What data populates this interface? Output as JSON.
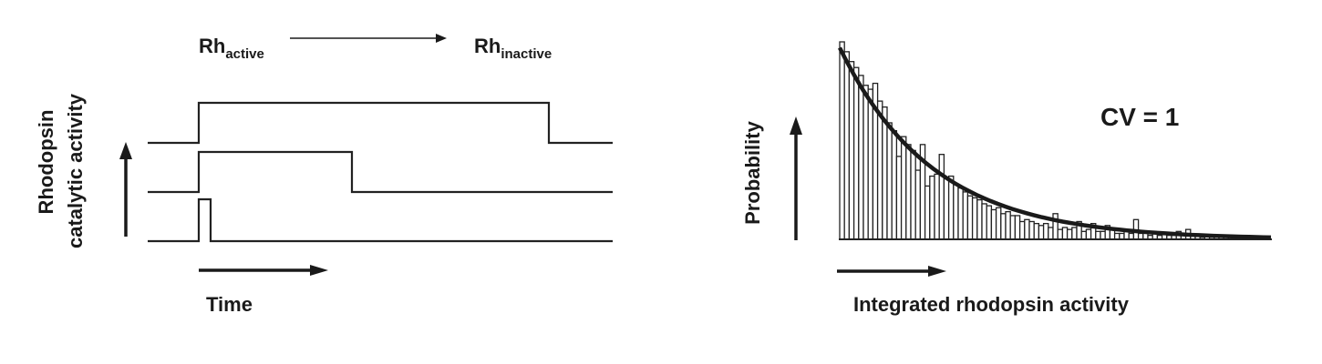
{
  "left_panel": {
    "rh_active_main": "Rh",
    "rh_active_sub": "active",
    "rh_inactive_main": "Rh",
    "rh_inactive_sub": "inactive",
    "y_label_line1": "Rhodopsin",
    "y_label_line2": "catalytic activity",
    "x_label": "Time"
  },
  "right_panel": {
    "y_label": "Probability",
    "x_label": "Integrated rhodopsin activity",
    "annotation": "CV = 1"
  },
  "chart_data": {
    "type": "bar",
    "xlabel": "Integrated rhodopsin activity",
    "ylabel": "Probability",
    "annotation": "CV = 1",
    "values": [
      1.0,
      0.95,
      0.9,
      0.87,
      0.83,
      0.78,
      0.76,
      0.79,
      0.7,
      0.67,
      0.59,
      0.55,
      0.42,
      0.52,
      0.48,
      0.45,
      0.35,
      0.48,
      0.27,
      0.32,
      0.33,
      0.43,
      0.31,
      0.32,
      0.28,
      0.26,
      0.24,
      0.22,
      0.21,
      0.2,
      0.18,
      0.17,
      0.15,
      0.16,
      0.13,
      0.14,
      0.12,
      0.12,
      0.09,
      0.1,
      0.09,
      0.08,
      0.07,
      0.08,
      0.06,
      0.13,
      0.05,
      0.06,
      0.05,
      0.06,
      0.09,
      0.04,
      0.05,
      0.08,
      0.04,
      0.04,
      0.07,
      0.05,
      0.03,
      0.03,
      0.05,
      0.03,
      0.1,
      0.03,
      0.04,
      0.02,
      0.03,
      0.02,
      0.03,
      0.02,
      0.02,
      0.04,
      0.02,
      0.05,
      0.02,
      0.02,
      0.01,
      0.02,
      0.01,
      0.01,
      0.01,
      0.01,
      0.01,
      0.01,
      0.01,
      0.01,
      0.01,
      0.01,
      0.01,
      0.01
    ],
    "fit": "exponential"
  }
}
